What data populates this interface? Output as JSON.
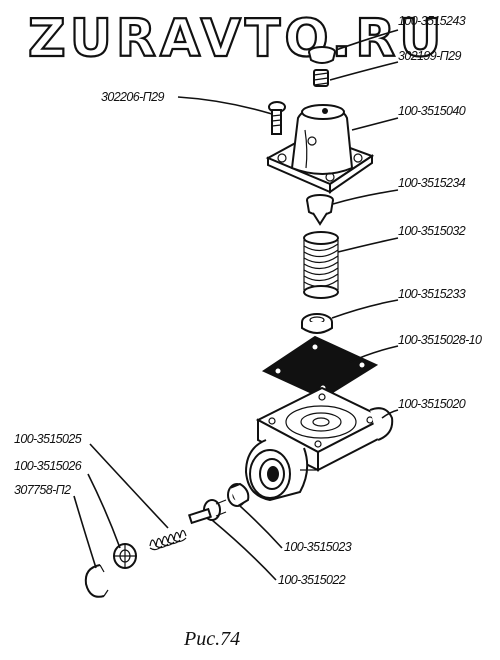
{
  "watermark": "ZURAVTO.RU",
  "caption": "Рис.74",
  "colors": {
    "ink": "#111111",
    "background": "#ffffff"
  },
  "labels": {
    "l01": "100-3515243",
    "l02": "302199-П29",
    "l03": "302206-П29",
    "l04": "100-3515040",
    "l05": "100-3515234",
    "l06": "100-3515032",
    "l07": "100-3515233",
    "l08": "100-3515028-10",
    "l09": "100-3515020",
    "l10": "100-3515025",
    "l11": "100-3515026",
    "l12": "307758-П2",
    "l13": "100-3515023",
    "l14": "100-3515022"
  }
}
